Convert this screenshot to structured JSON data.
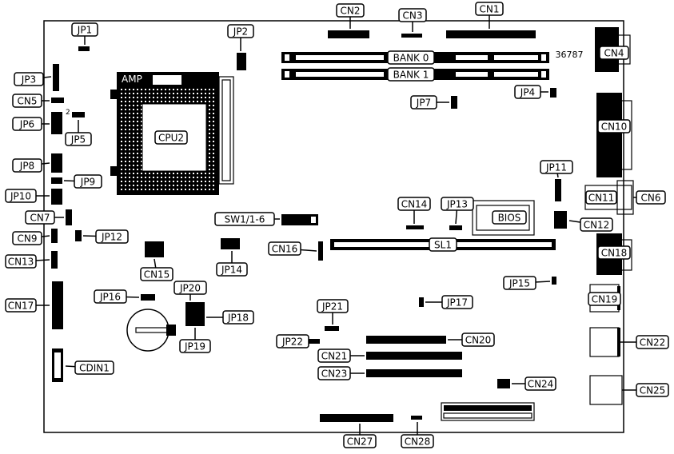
{
  "board_id": "36787",
  "labels": {
    "JP1": "JP1",
    "JP2": "JP2",
    "JP3": "JP3",
    "JP4": "JP4",
    "JP5": "JP5",
    "JP6": "JP6",
    "JP7": "JP7",
    "JP8": "JP8",
    "JP9": "JP9",
    "JP10": "JP10",
    "JP11": "JP11",
    "JP12": "JP12",
    "JP13": "JP13",
    "JP14": "JP14",
    "JP15": "JP15",
    "JP16": "JP16",
    "JP17": "JP17",
    "JP18": "JP18",
    "JP19": "JP19",
    "JP20": "JP20",
    "JP21": "JP21",
    "JP22": "JP22",
    "CN1": "CN1",
    "CN2": "CN2",
    "CN3": "CN3",
    "CN4": "CN4",
    "CN5": "CN5",
    "CN6": "CN6",
    "CN7": "CN7",
    "CN9": "CN9",
    "CN10": "CN10",
    "CN11": "CN11",
    "CN12": "CN12",
    "CN13": "CN13",
    "CN14": "CN14",
    "CN15": "CN15",
    "CN16": "CN16",
    "CN17": "CN17",
    "CN18": "CN18",
    "CN19": "CN19",
    "CN20": "CN20",
    "CN21": "CN21",
    "CN22": "CN22",
    "CN23": "CN23",
    "CN24": "CN24",
    "CN25": "CN25",
    "CN27": "CN27",
    "CN28": "CN28",
    "BANK0": "BANK 0",
    "BANK1": "BANK 1",
    "CPU2": "CPU2",
    "SW1": "SW1/1-6",
    "SL1": "SL1",
    "BIOS": "BIOS",
    "CDIN1": "CDIN1",
    "AMP": "AMP"
  },
  "pin_marker": "2"
}
